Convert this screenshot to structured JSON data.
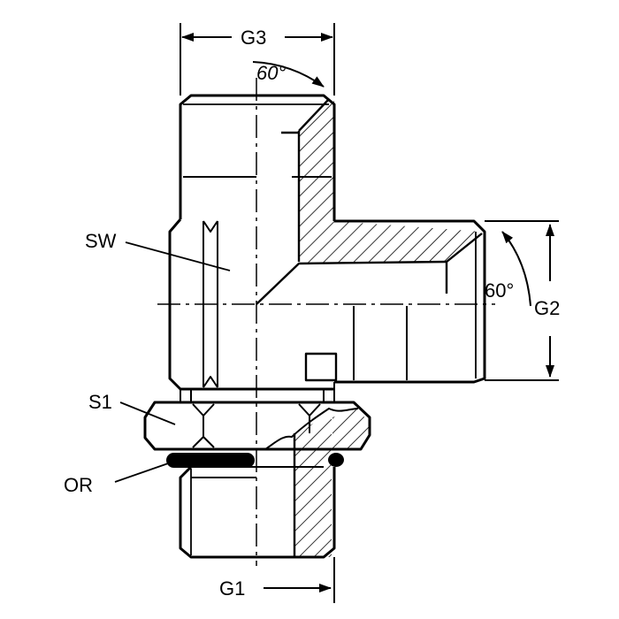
{
  "labels": {
    "g3": "G3",
    "g2": "G2",
    "g1": "G1",
    "sw": "SW",
    "s1": "S1",
    "or": "OR",
    "angle_top": "60°",
    "angle_right": "60°"
  }
}
